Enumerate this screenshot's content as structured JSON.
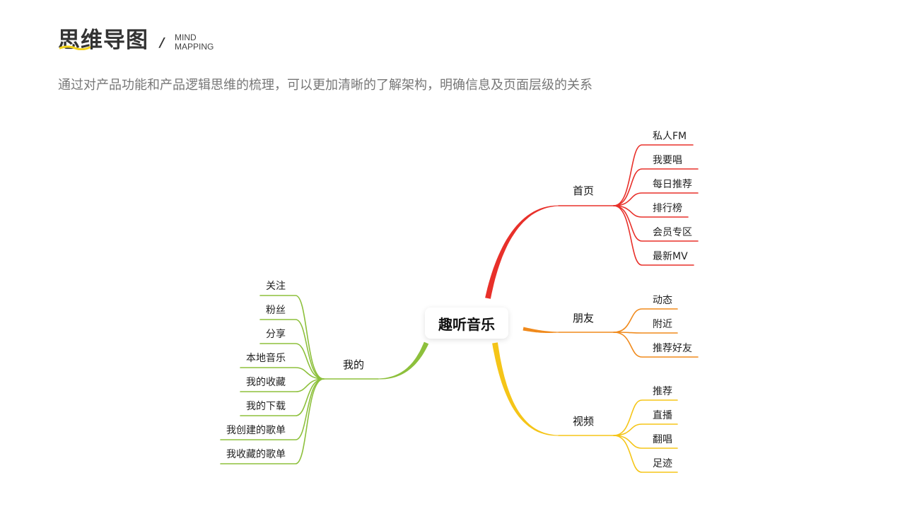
{
  "header": {
    "title": "思维导图",
    "slash": "/",
    "tag_line1": "MIND",
    "tag_line2": "MAPPING",
    "subtitle": "通过对产品功能和产品逻辑思维的梳理，可以更加清晰的了解架构，明确信息及页面层级的关系"
  },
  "mindmap": {
    "center": "趣听音乐",
    "branches": {
      "home": {
        "label": "首页",
        "color": "#e8302a",
        "items": [
          "私人FM",
          "我要唱",
          "每日推荐",
          "排行榜",
          "会员专区",
          "最新MV"
        ]
      },
      "friends": {
        "label": "朋友",
        "color": "#f08a1c",
        "items": [
          "动态",
          "附近",
          "推荐好友"
        ]
      },
      "video": {
        "label": "视频",
        "color": "#f5c518",
        "items": [
          "推荐",
          "直播",
          "翻唱",
          "足迹"
        ]
      },
      "mine": {
        "label": "我的",
        "color": "#8dc03c",
        "items": [
          "关注",
          "粉丝",
          "分享",
          "本地音乐",
          "我的收藏",
          "我的下载",
          "我创建的歌单",
          "我收藏的歌单"
        ]
      }
    }
  }
}
